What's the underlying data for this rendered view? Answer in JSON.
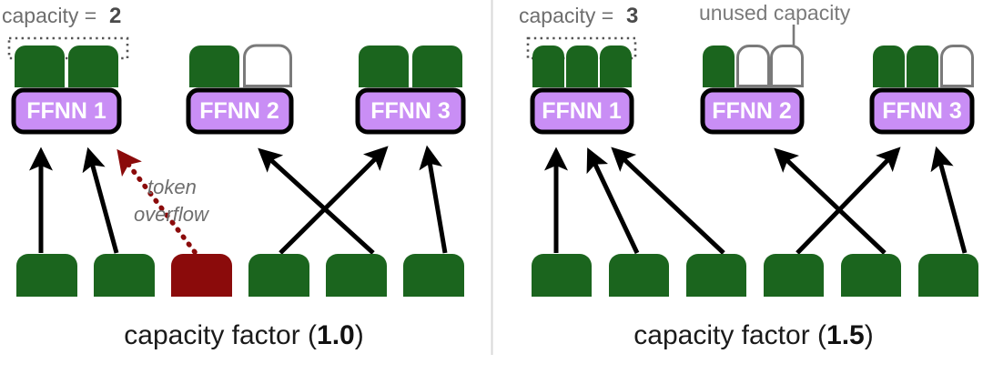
{
  "figure": {
    "divider_color": "#d9d9d9",
    "colors": {
      "token_active": "#1b651e",
      "token_overflow": "#8b0b0b",
      "token_empty_stroke": "#7a7a7a",
      "token_empty_fill": "#ffffff",
      "expert_fill": "#c98ef5",
      "expert_stroke": "#000000",
      "arrow": "#000000",
      "overflow_arrow": "#8b0b0b",
      "label_gray": "#6e6e6e",
      "caption": "#1a1a1a"
    }
  },
  "panels": [
    {
      "id": "left",
      "caption_prefix": "capacity factor (",
      "caption_value": "1.0",
      "caption_suffix": ")",
      "capacity_label_prefix": "capacity = ",
      "capacity_label_value": "2",
      "capacity_bracket": "dotted-capacity-bracket",
      "overflow_note_line1": "token",
      "overflow_note_line2": "overflow",
      "experts": [
        {
          "label": "FFNN 1",
          "slots": [
            "filled",
            "filled"
          ]
        },
        {
          "label": "FFNN 2",
          "slots": [
            "filled",
            "empty"
          ]
        },
        {
          "label": "FFNN 3",
          "slots": [
            "filled",
            "filled"
          ]
        }
      ],
      "input_tokens": [
        {
          "state": "routed"
        },
        {
          "state": "routed"
        },
        {
          "state": "overflow"
        },
        {
          "state": "routed"
        },
        {
          "state": "routed"
        },
        {
          "state": "routed"
        }
      ],
      "routes": [
        {
          "from_token": 0,
          "to_expert": 0,
          "style": "solid"
        },
        {
          "from_token": 1,
          "to_expert": 0,
          "style": "solid"
        },
        {
          "from_token": 2,
          "to_expert": 0,
          "style": "dotted-overflow"
        },
        {
          "from_token": 3,
          "to_expert": 2,
          "style": "solid"
        },
        {
          "from_token": 4,
          "to_expert": 1,
          "style": "solid"
        },
        {
          "from_token": 5,
          "to_expert": 2,
          "style": "solid"
        }
      ]
    },
    {
      "id": "right",
      "caption_prefix": "capacity factor (",
      "caption_value": "1.5",
      "caption_suffix": ")",
      "capacity_label_prefix": "capacity = ",
      "capacity_label_value": "3",
      "capacity_bracket": "dotted-capacity-bracket",
      "unused_note": "unused capacity",
      "experts": [
        {
          "label": "FFNN 1",
          "slots": [
            "filled",
            "filled",
            "filled"
          ]
        },
        {
          "label": "FFNN 2",
          "slots": [
            "filled",
            "empty",
            "empty"
          ]
        },
        {
          "label": "FFNN 3",
          "slots": [
            "filled",
            "filled",
            "empty"
          ]
        }
      ],
      "input_tokens": [
        {
          "state": "routed"
        },
        {
          "state": "routed"
        },
        {
          "state": "routed"
        },
        {
          "state": "routed"
        },
        {
          "state": "routed"
        },
        {
          "state": "routed"
        }
      ],
      "routes": [
        {
          "from_token": 0,
          "to_expert": 0,
          "style": "solid"
        },
        {
          "from_token": 1,
          "to_expert": 0,
          "style": "solid"
        },
        {
          "from_token": 2,
          "to_expert": 0,
          "style": "solid"
        },
        {
          "from_token": 3,
          "to_expert": 2,
          "style": "solid"
        },
        {
          "from_token": 4,
          "to_expert": 1,
          "style": "solid"
        },
        {
          "from_token": 5,
          "to_expert": 2,
          "style": "solid"
        }
      ]
    }
  ]
}
